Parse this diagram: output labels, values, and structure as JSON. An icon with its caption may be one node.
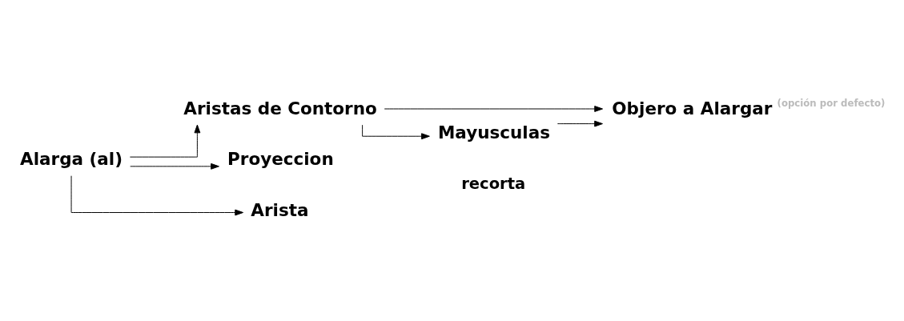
{
  "diagram": {
    "nodes": [
      {
        "text": [
          "Alarga (al)"
        ]
      },
      {
        "text": [
          "Aristas de Contorno"
        ]
      },
      {
        "text": [
          "Objero a Alargar"
        ],
        "beside": [
          "(opción por defecto)"
        ]
      },
      {
        "text": [
          "Mayusculas"
        ]
      },
      {
        "text": [
          "Proyeccion"
        ]
      },
      {
        "text": [
          "Arista"
        ]
      }
    ],
    "edges": [
      {
        "from": 0,
        "to": 1,
        "arrow": "to"
      },
      {
        "from": 0,
        "to": 4,
        "arrow": "to"
      },
      {
        "from": 0,
        "to": 5,
        "arrow": "to"
      },
      {
        "from": 1,
        "to": 2,
        "arrow": "to"
      },
      {
        "from": 1,
        "to": 3,
        "arrow": "to"
      },
      {
        "from": 3,
        "to": 2,
        "arrow": "to"
      }
    ],
    "labels": [
      "recorta"
    ]
  }
}
